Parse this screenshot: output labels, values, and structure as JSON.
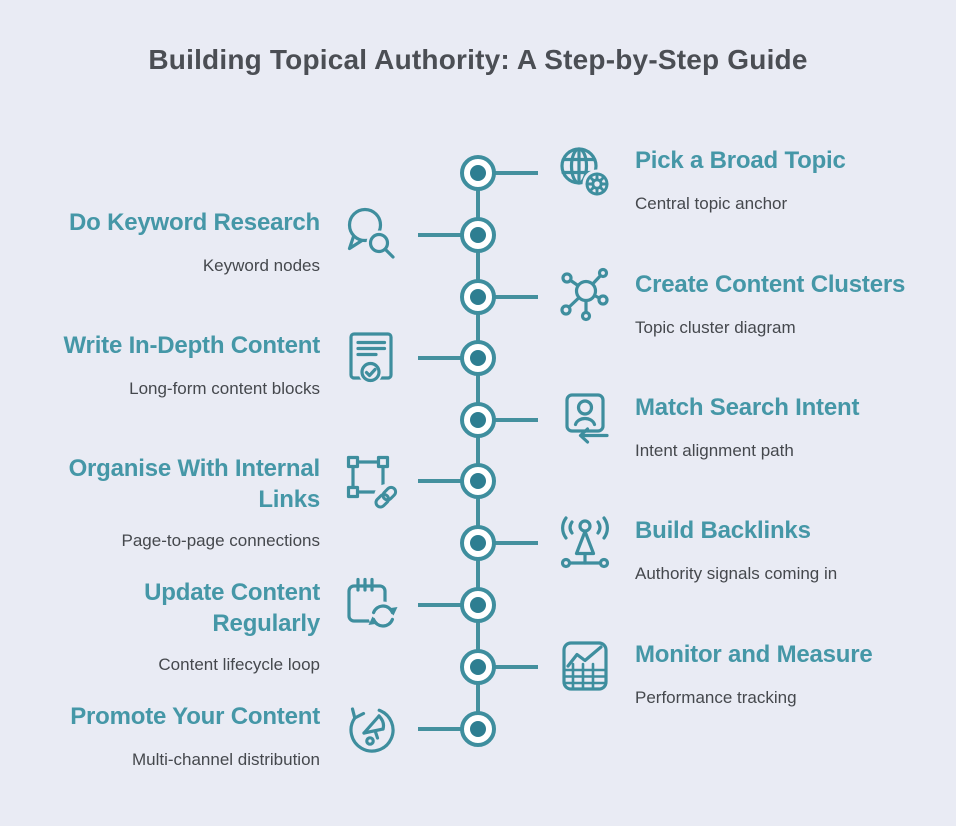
{
  "title": "Building Topical Authority: A Step-by-Step Guide",
  "colors": {
    "background": "#e9ebf4",
    "accent_heading": "#4597a7",
    "icon_stroke": "#3e8e9e",
    "node_ring": "#3e8e9e",
    "node_dot": "#2e7e91",
    "timeline_line": "#44909e",
    "title_text": "#4b4e54",
    "subtitle_text": "#45484d"
  },
  "steps": [
    {
      "side": "right",
      "title": "Pick a Broad Topic",
      "subtitle": "Central topic anchor",
      "icon": "globe-gear-icon"
    },
    {
      "side": "left",
      "title": "Do Keyword Research",
      "subtitle": "Keyword nodes",
      "icon": "speech-search-icon"
    },
    {
      "side": "right",
      "title": "Create Content Clusters",
      "subtitle": "Topic cluster diagram",
      "icon": "topic-cluster-icon"
    },
    {
      "side": "left",
      "title": "Write In-Depth Content",
      "subtitle": "Long-form content blocks",
      "icon": "document-check-icon"
    },
    {
      "side": "right",
      "title": "Match Search Intent",
      "subtitle": "Intent alignment path",
      "icon": "user-frame-arrow-icon"
    },
    {
      "side": "left",
      "title": "Organise With Internal Links",
      "subtitle": "Page-to-page connections",
      "icon": "selection-link-icon"
    },
    {
      "side": "right",
      "title": "Build Backlinks",
      "subtitle": "Authority signals coming in",
      "icon": "antenna-signal-icon"
    },
    {
      "side": "left",
      "title": "Update Content Regularly",
      "subtitle": "Content lifecycle loop",
      "icon": "calendar-refresh-icon"
    },
    {
      "side": "right",
      "title": "Monitor and Measure",
      "subtitle": "Performance tracking",
      "icon": "chart-grid-icon"
    },
    {
      "side": "left",
      "title": "Promote Your Content",
      "subtitle": "Multi-channel distribution",
      "icon": "megaphone-cycle-icon"
    }
  ]
}
